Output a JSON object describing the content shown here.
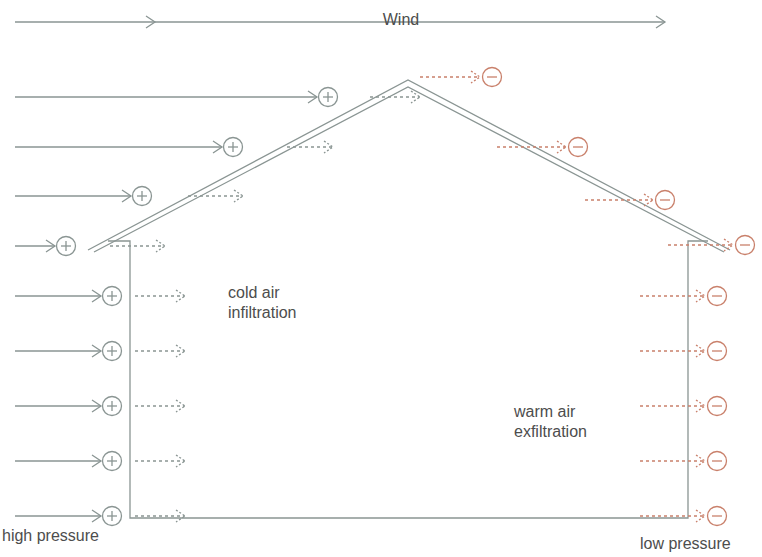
{
  "diagram": {
    "labels": [
      "Wind",
      "cold air infiltration",
      "warm air exfiltration",
      "high pressure",
      "low pressure"
    ]
  }
}
